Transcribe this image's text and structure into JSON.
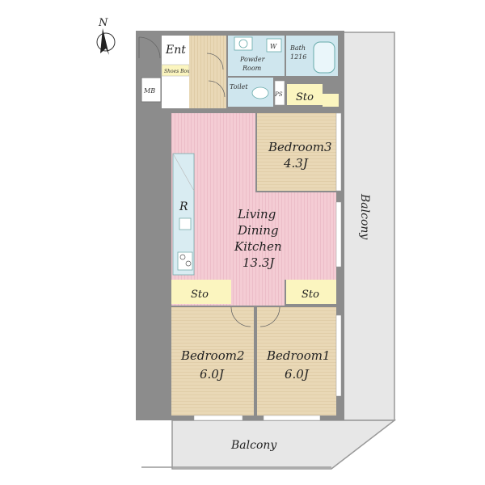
{
  "compass": {
    "north_letter": "N"
  },
  "rooms": {
    "entrance": {
      "label": "Ent"
    },
    "shoes_box": {
      "label": "Shoes Box"
    },
    "meter_box": {
      "label": "MB"
    },
    "powder_room": {
      "line1": "Powder",
      "line2": "Room"
    },
    "washer": {
      "label": "W"
    },
    "bath": {
      "line1": "Bath",
      "line2": "1216"
    },
    "toilet": {
      "label": "Toilet"
    },
    "pipe_space": {
      "label": "PS"
    },
    "storage_top": {
      "label": "Sto"
    },
    "bedroom3": {
      "name": "Bedroom3",
      "size": "4.3J"
    },
    "refrigerator": {
      "label": "R"
    },
    "ldk": {
      "line1": "Living",
      "line2": "Dining",
      "line3": "Kitchen",
      "size": "13.3J"
    },
    "storage_left": {
      "label": "Sto"
    },
    "storage_right": {
      "label": "Sto"
    },
    "bedroom2": {
      "name": "Bedroom2",
      "size": "6.0J"
    },
    "bedroom1": {
      "name": "Bedroom1",
      "size": "6.0J"
    }
  },
  "balconies": {
    "east": {
      "label": "Balcony"
    },
    "south": {
      "label": "Balcony"
    }
  },
  "colors": {
    "wood_floor": "#e9d8b6",
    "ldk_floor": "#f4ccd4",
    "wet_area": "#cfe6ee",
    "storage": "#fbf5bf",
    "balcony": "#e7e7e7",
    "wall": "#8c8c8c"
  }
}
